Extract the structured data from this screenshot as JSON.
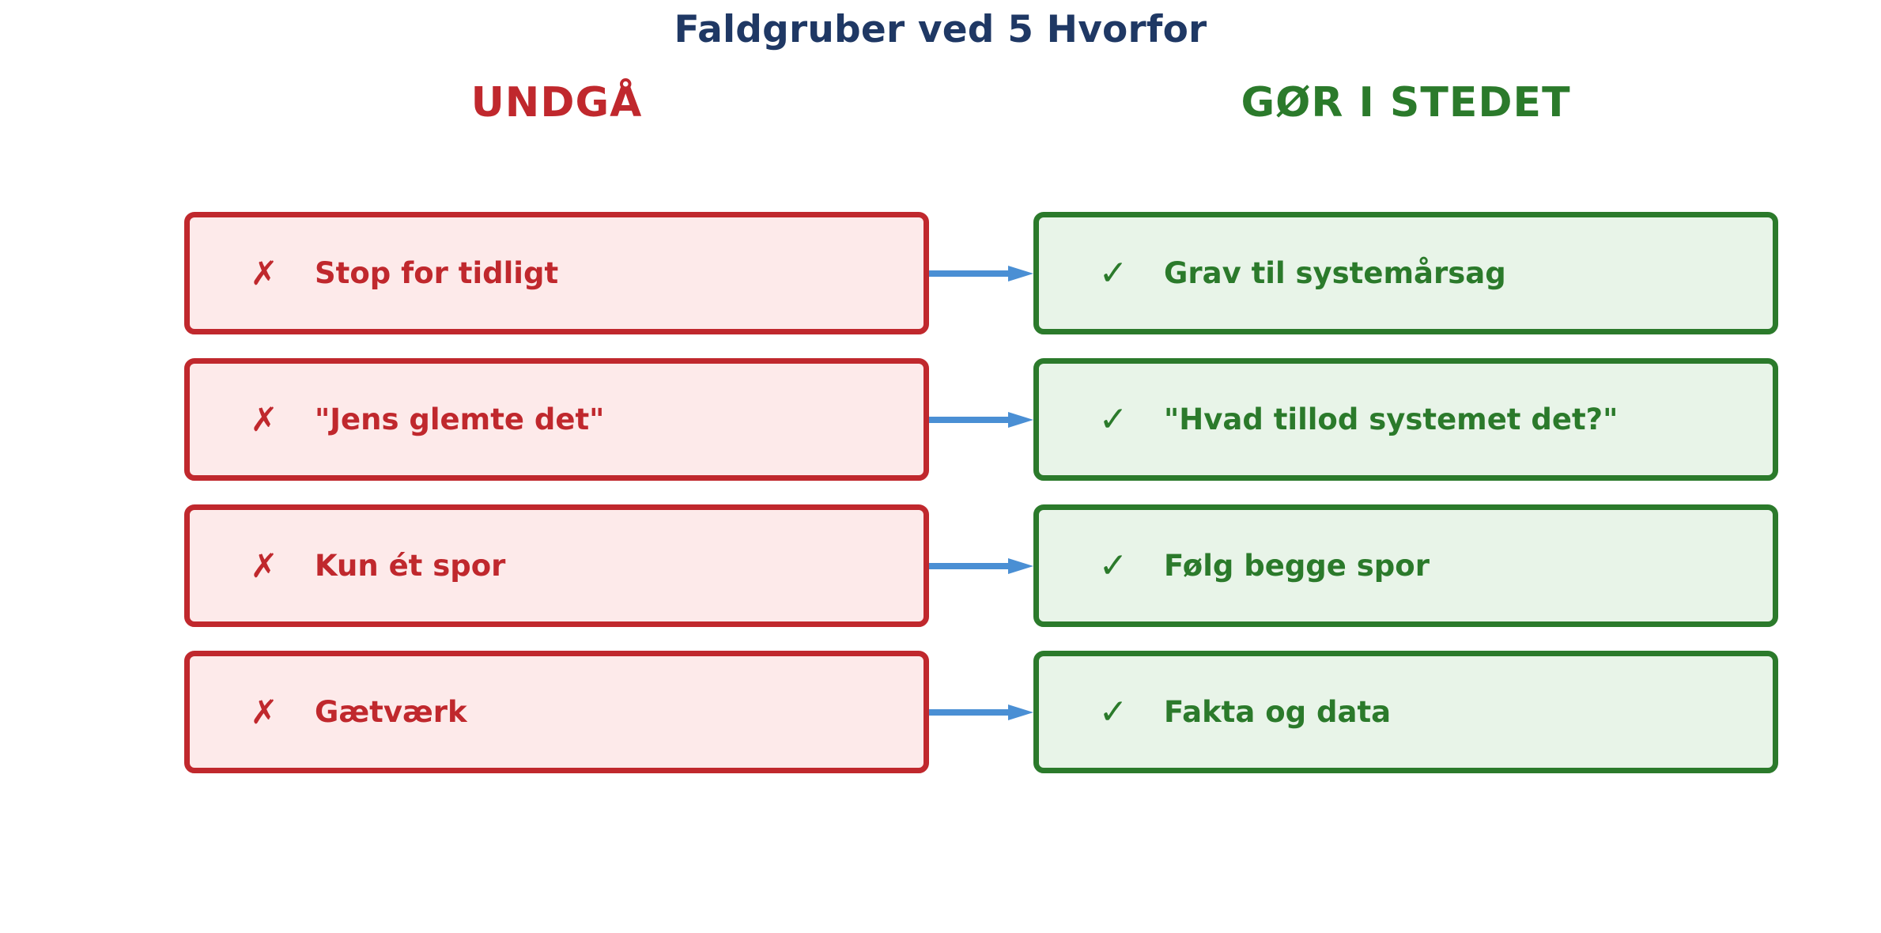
{
  "title": "Faldgruber ved 5 Hvorfor",
  "columns": {
    "avoid_header": "UNDGÅ",
    "instead_header": "GØR I STEDET"
  },
  "marks": {
    "cross": "✗",
    "check": "✓"
  },
  "colors": {
    "title": "#1f3864",
    "avoid_border": "#c0282d",
    "avoid_fill": "#fdeaea",
    "instead_border": "#2b7a2b",
    "instead_fill": "#e8f4e8",
    "arrow": "#4a8fd4"
  },
  "rows": [
    {
      "avoid": "Stop for tidligt",
      "instead": "Grav til systemårsag"
    },
    {
      "avoid": "\"Jens glemte det\"",
      "instead": "\"Hvad tillod systemet det?\""
    },
    {
      "avoid": "Kun ét spor",
      "instead": "Følg begge spor"
    },
    {
      "avoid": "Gætværk",
      "instead": "Fakta og data"
    }
  ]
}
